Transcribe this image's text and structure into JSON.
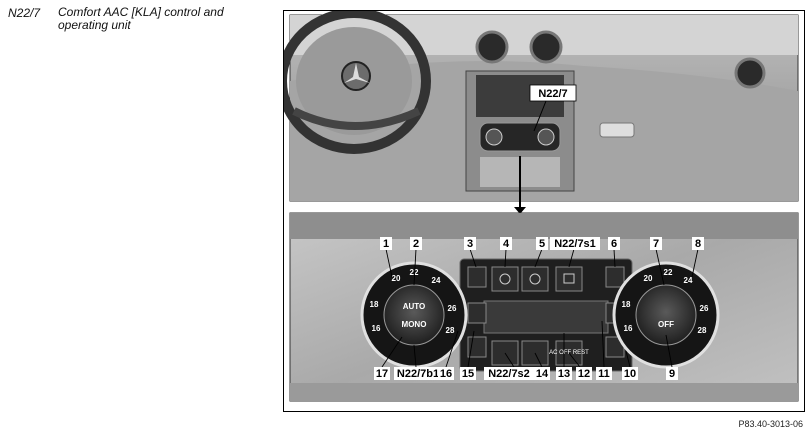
{
  "caption": {
    "code": "N22/7",
    "title": "Comfort AAC [KLA] control and operating unit"
  },
  "figure_ref": "P83.40-3013-06",
  "callouts": {
    "top_unit": "N22/7",
    "n1": "1",
    "n2": "2",
    "n3": "3",
    "n4": "4",
    "n5": "5",
    "s1": "N22/7s1",
    "n6": "6",
    "n7": "7",
    "n8": "8",
    "n17": "17",
    "b1": "N22/7b1",
    "n16": "16",
    "n15": "15",
    "s2": "N22/7s2",
    "n14": "14",
    "n13": "13",
    "n12": "12",
    "n11": "11",
    "n10": "10",
    "n9": "9"
  },
  "left_dial": {
    "btn_auto": "AUTO",
    "btn_mono": "MONO",
    "t20": "20",
    "t22": "22",
    "t24": "24",
    "t18": "18",
    "t26": "26",
    "t16": "16",
    "t28": "28"
  },
  "right_dial": {
    "btn_off": "OFF",
    "t20": "20",
    "t22": "22",
    "t24": "24",
    "t18": "18",
    "t26": "26",
    "t16": "16",
    "t28": "28"
  },
  "panel_buttons": {
    "rest": "AC OFF REST"
  }
}
